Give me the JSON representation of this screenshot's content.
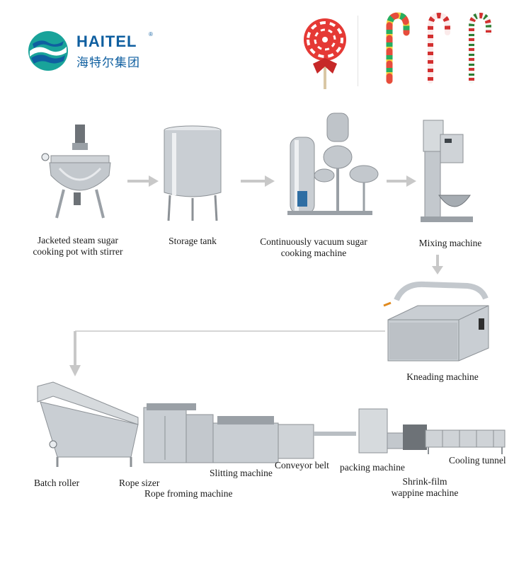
{
  "brand": {
    "name": "HAITEL",
    "registered_mark": "®",
    "chinese_name": "海特尔集团"
  },
  "colors": {
    "brand_blue": "#0f5fa0",
    "brand_teal": "#19a39a",
    "arrow_grey": "#c8c8c8",
    "steel": "#b9bec3"
  },
  "process_steps": [
    {
      "label_lines": [
        "Jacketed steam sugar",
        "cooking pot with stirrer"
      ]
    },
    {
      "label_lines": [
        "Storage tank"
      ]
    },
    {
      "label_lines": [
        "Continuously vacuum sugar",
        "cooking machine"
      ]
    },
    {
      "label_lines": [
        "Mixing machine"
      ]
    },
    {
      "label_lines": [
        "Kneading machine"
      ]
    }
  ],
  "production_line": {
    "labels": {
      "batch_roller": "Batch roller",
      "rope_sizer": "Rope sizer",
      "rope_forming": "Rope froming machine",
      "slitting": "Slitting machine",
      "conveyor": "Conveyor belt",
      "packing": "packing machine",
      "shrink_line1": "Shrink-film",
      "shrink_line2": "wappine machine",
      "cooling": "Cooling tunnel"
    }
  }
}
